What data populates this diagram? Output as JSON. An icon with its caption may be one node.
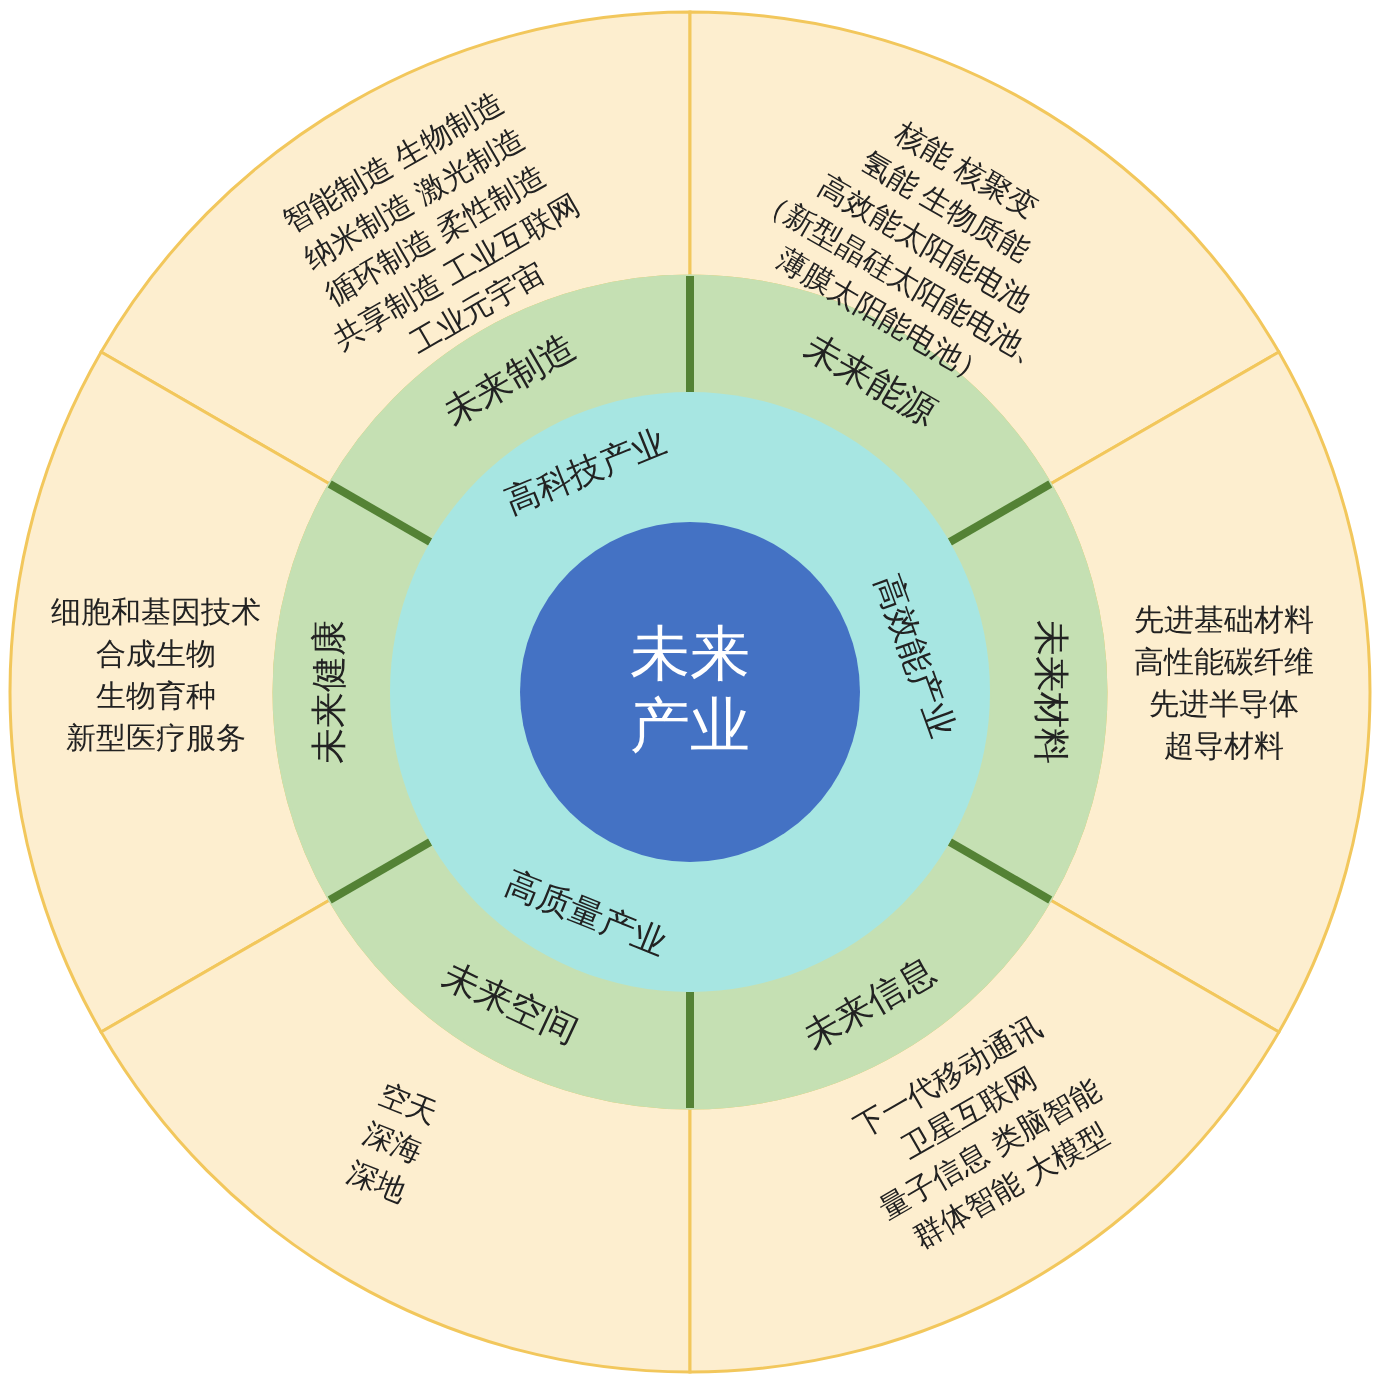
{
  "diagram": {
    "nodes": [
      {
        "text": [
          "高科技产业",
          "高效能产业",
          "高质量产业"
        ]
      },
      {
        "text": [
          "未来产业"
        ],
        "in": 0
      },
      {
        "text": [
          "未来制造"
        ]
      },
      {
        "text": [
          "未来能源"
        ]
      },
      {
        "text": [
          "未来健康"
        ]
      },
      {
        "text": [
          "未来材料"
        ]
      },
      {
        "text": [
          "未来空间"
        ]
      },
      {
        "text": [
          "未来信息"
        ]
      },
      {
        "text": [
          "智能制造 生物制造",
          "纳米制造 激光制造",
          "循环制造 柔性制造",
          "共享制造 工业互联网",
          "工业元宇宙"
        ]
      },
      {
        "text": [
          "核能 核聚变",
          "氢能 生物质能",
          "高效能太阳能电池",
          "（新型晶硅太阳能电池、薄膜太阳能电池）"
        ]
      },
      {
        "text": [
          "细胞和基因技术",
          "合成生物",
          "生物育种",
          "新型医疗服务"
        ]
      },
      {
        "text": [
          "先进基础材料",
          "高性能碳纤维",
          "先进半导体",
          "超导材料"
        ]
      },
      {
        "text": [
          "空天",
          "深海",
          "深地"
        ]
      },
      {
        "text": [
          "下一代移动通讯",
          "卫星互联网",
          "量子信息 类脑智能",
          "群体智能 大模型"
        ]
      }
    ]
  }
}
